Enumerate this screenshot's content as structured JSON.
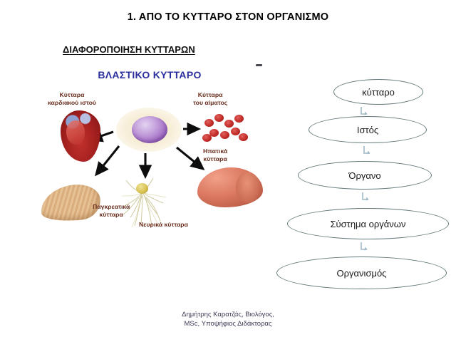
{
  "slide": {
    "title": "1. ΑΠΟ ΤΟ ΚΥΤΤΑΡΟ ΣΤΟΝ ΟΡΓΑΝΙΣΜΟ",
    "subtitle": "ΔΙΑΦΟΡΟΠΟΙΗΣΗ ΚΥΤΤΑΡΩΝ",
    "stray_mark": "-"
  },
  "figure": {
    "title": "ΒΛΑΣΤΙΚΟ ΚΥΤΤΑΡΟ",
    "labels": [
      {
        "id": "cardiac",
        "text_line1": "Κύτταρα",
        "text_line2": "καρδιακού ιστού"
      },
      {
        "id": "blood",
        "text_line1": "Κύτταρα",
        "text_line2": "του αίματος"
      },
      {
        "id": "liver",
        "text_line1": "Ηπατικά",
        "text_line2": "κύτταρα"
      },
      {
        "id": "pancreatic",
        "text_line1": "Παγκρεατικά",
        "text_line2": "κύτταρα"
      },
      {
        "id": "neural",
        "text_line1": "Νευρικά κύτταρα",
        "text_line2": ""
      }
    ],
    "title_color": "#2b2f9e",
    "label_color": "#6b2f1f"
  },
  "flow": {
    "nodes": [
      {
        "label": "κύτταρο"
      },
      {
        "label": "Ιστός"
      },
      {
        "label": "Όργανο"
      },
      {
        "label": "Σύστημα οργάνων"
      },
      {
        "label": "Οργανισμός"
      }
    ],
    "arrow_count": 4,
    "node_stroke_color": "#63797a",
    "arrow_color": "#9fb8c6"
  },
  "footer": {
    "line1": "Δημήτρης Καρατζάς, Βιολόγος,",
    "line2": "MSc, Υποψήφιος Διδάκτορας"
  }
}
